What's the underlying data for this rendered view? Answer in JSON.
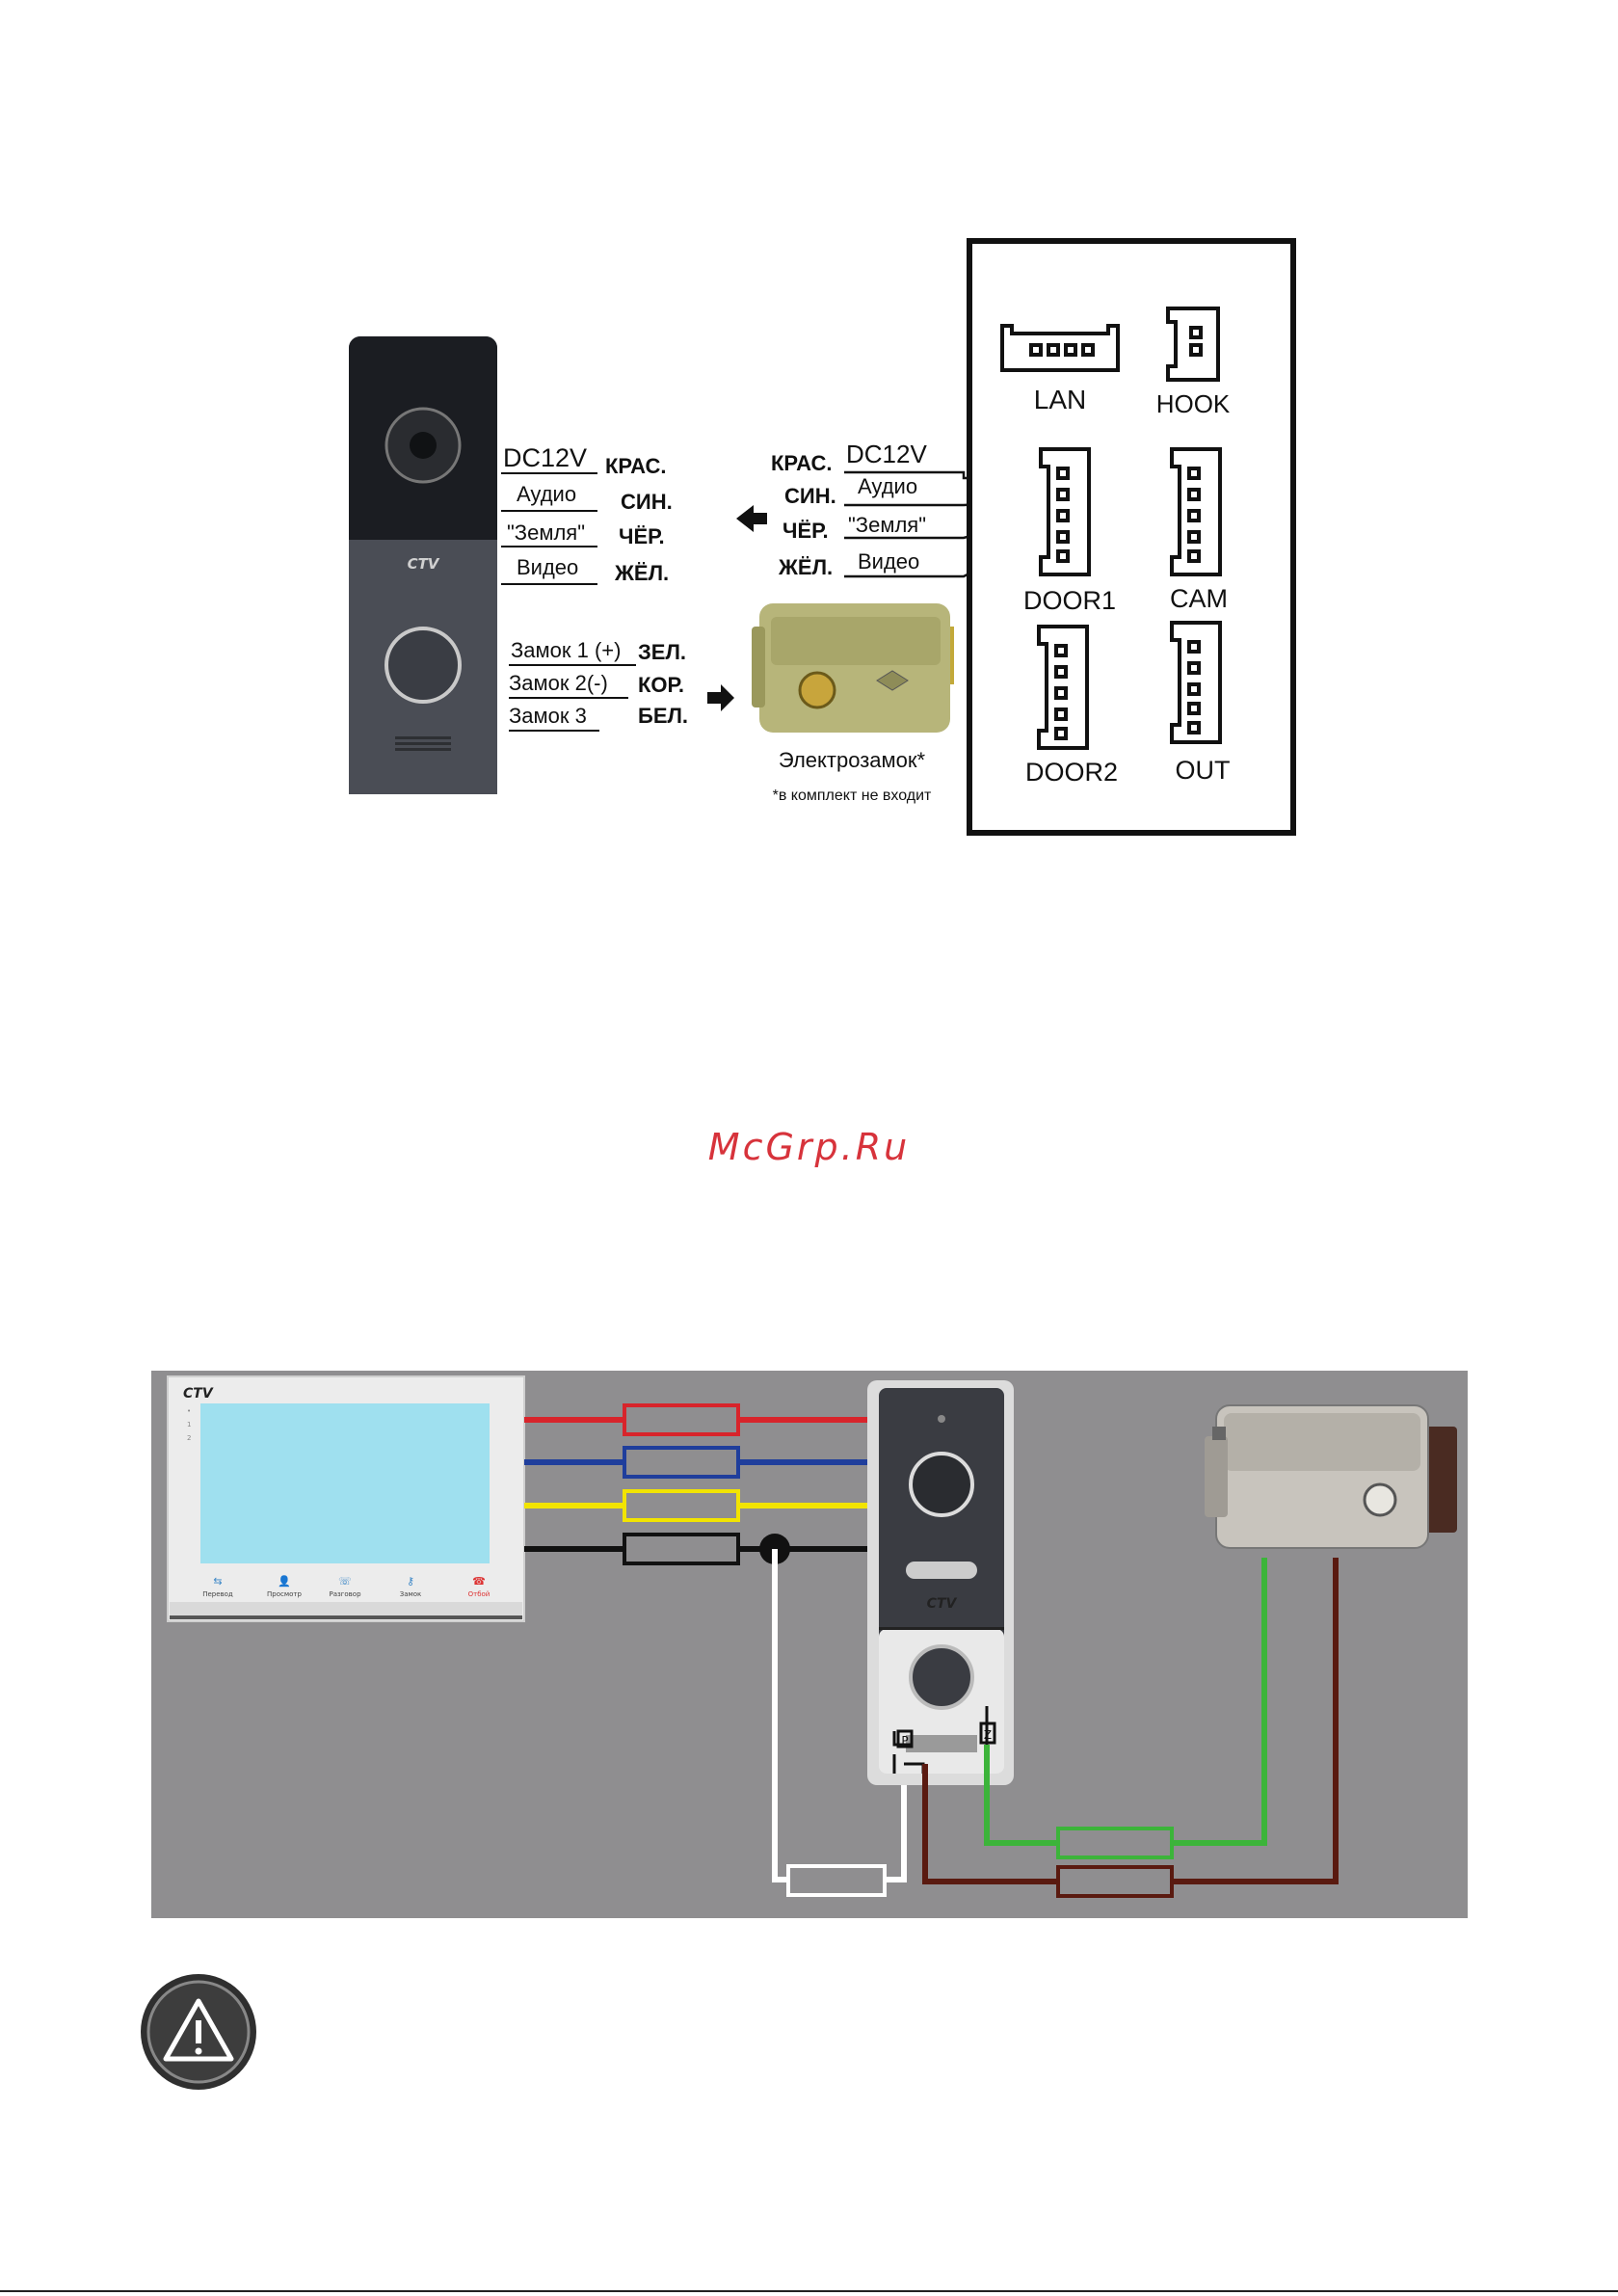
{
  "top_diagram": {
    "panel_labels": {
      "dc": "DC12V",
      "audio": "Аудио",
      "ground": "\"Земля\"",
      "video": "Видео",
      "lock1": "Замок 1 (+)",
      "lock2": "Замок 2(-)",
      "lock3": "Замок 3"
    },
    "panel_colors": {
      "red": "КРАС.",
      "blue": "СИН.",
      "black": "ЧЁР.",
      "yellow": "ЖЁЛ.",
      "green": "ЗЕЛ.",
      "brown": "КОР.",
      "white": "БЕЛ."
    },
    "monitor_colors": {
      "red": "КРАС.",
      "blue": "СИН.",
      "black": "ЧЁР.",
      "yellow": "ЖЁЛ."
    },
    "monitor_labels": {
      "dc": "DC12V",
      "audio": "Аудио",
      "ground": "\"Земля\"",
      "video": "Видео"
    },
    "connectors": {
      "lan": "LAN",
      "hook": "HOOK",
      "door1": "DOOR1",
      "cam": "CAM",
      "door2": "DOOR2",
      "out": "OUT"
    },
    "panel_logo": "CTV",
    "lock_caption": "Электрозамок*",
    "lock_note": "*в комплект не входит"
  },
  "watermark": "McGrp.Ru",
  "bottom_diagram": {
    "monitor_logo": "CTV",
    "panel_logo": "CTV",
    "monitor_buttons": [
      "Перевод",
      "Просмотр",
      "Разговор",
      "Замок",
      "Отбой"
    ],
    "monitor_side_marks": [
      "•",
      "1",
      "2"
    ],
    "wire_colors": {
      "red": "#d8242b",
      "blue": "#1f3e9c",
      "yellow": "#f2e400",
      "black": "#111111",
      "white": "#ffffff",
      "green": "#3cb43a",
      "brown": "#5a1a10"
    },
    "background": "#8f8e90",
    "mode_labels": [
      "P",
      "Z"
    ]
  }
}
